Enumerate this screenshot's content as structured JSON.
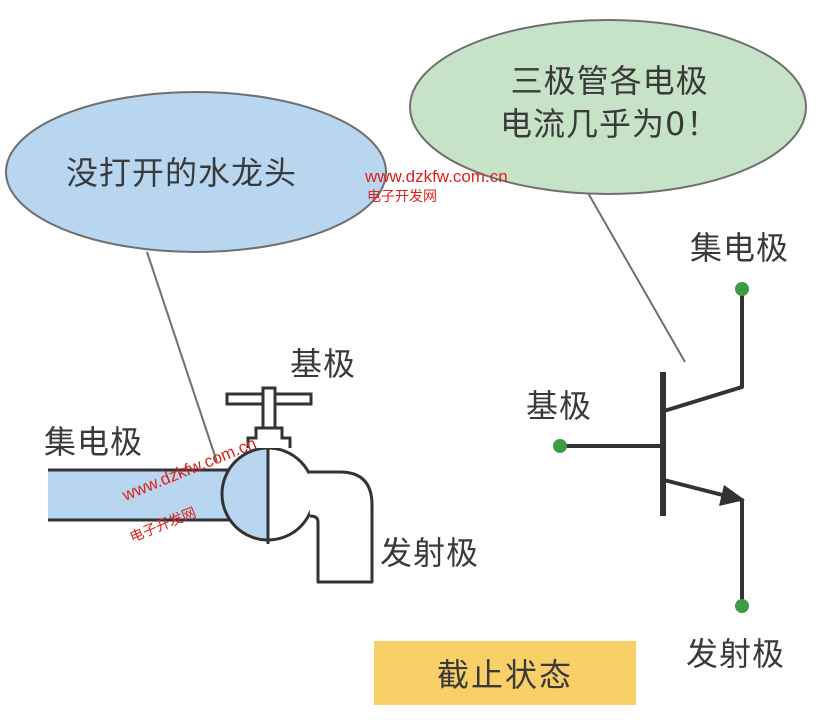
{
  "faucet": {
    "bubble_text": "没打开的水龙头",
    "collector_label": "集电极",
    "base_label": "基极",
    "emitter_label": "发射极"
  },
  "transistor": {
    "bubble_line1": "三极管各电极",
    "bubble_line2": "电流几乎为0！",
    "collector_label": "集电极",
    "base_label": "基极",
    "emitter_label": "发射极"
  },
  "state_label": "截止状态",
  "watermark": {
    "url": "www.dzkfw.com.cn",
    "name": "电子开发网"
  },
  "colors": {
    "faucet_bubble": "#b8d6ef",
    "transistor_bubble": "#c6e3c8",
    "water": "#b8d6ef",
    "terminal_dot": "#3f9a45",
    "state_box": "#f9d067",
    "watermark": "#e0201a"
  }
}
